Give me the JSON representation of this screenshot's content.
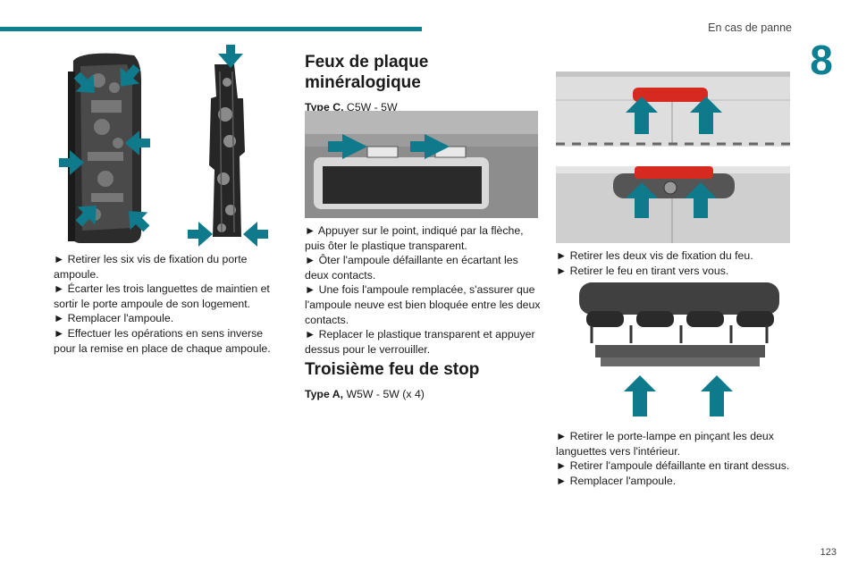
{
  "header": {
    "section_title": "En cas de panne",
    "chapter_number": "8",
    "page_number": "123"
  },
  "left_column": {
    "figure_icons": [
      "rear-light-housing-illustration",
      "bulb-holder-illustration",
      "teal-arrow-icon"
    ],
    "steps": [
      "► Retirer les six vis de fixation du porte ampoule.",
      "► Écarter les trois languettes de maintien et sortir le porte ampoule de son logement.",
      "► Remplacer l'ampoule.",
      "► Effectuer les opérations en sens inverse pour la remise en place de chaque ampoule."
    ]
  },
  "middle_column": {
    "plate_section": {
      "title": "Feux de plaque minéralogique",
      "type_label": "Type C,",
      "type_value": " C5W - 5W",
      "steps": [
        "► Appuyer sur le point, indiqué par la flèche, puis ôter le plastique transparent.",
        "► Ôter l'ampoule défaillante en écartant les deux contacts.",
        "► Une fois l'ampoule remplacée, s'assurer que l'ampoule neuve est bien bloquée entre les deux contacts.",
        "► Replacer le plastique transparent et appuyer dessus pour le verrouiller."
      ]
    },
    "stop_section": {
      "title": "Troisième feu de stop",
      "type_label": "Type A,",
      "type_value": " W5W - 5W (x 4)"
    }
  },
  "right_column": {
    "steps_top": [
      "► Retirer les deux vis de fixation du feu.",
      "► Retirer le feu en tirant vers vous."
    ],
    "steps_bottom": [
      "► Retirer le porte-lampe en pinçant les deux languettes vers l'intérieur.",
      "► Retirer l'ampoule défaillante en tirant dessus.",
      "► Remplacer l'ampoule."
    ]
  },
  "colors": {
    "accent": "#0d7f93",
    "arrow": "#0f7a8c",
    "stop_red": "#d62a20"
  }
}
